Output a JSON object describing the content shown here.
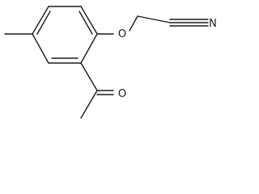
{
  "molecule": {
    "atoms": {
      "ether_oxygen": "O",
      "nitrile_nitrogen": "N",
      "ketone_oxygen": "O"
    }
  }
}
